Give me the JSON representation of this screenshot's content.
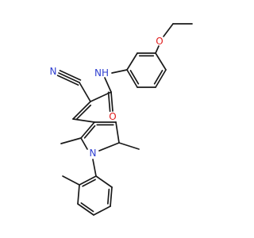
{
  "structure": {
    "atoms": [
      {
        "id": "N_nitrile",
        "symbol": "N",
        "color": "#2f3fd0"
      },
      {
        "id": "NH_amide",
        "symbol": "NH",
        "color": "#2f3fd0"
      },
      {
        "id": "O_carbonyl",
        "symbol": "O",
        "color": "#e11d1d"
      },
      {
        "id": "O_ether",
        "symbol": "O",
        "color": "#e11d1d"
      },
      {
        "id": "N_pyrrole",
        "symbol": "N",
        "color": "#2f3fd0"
      }
    ],
    "bond_color": "#1a1a1a"
  }
}
